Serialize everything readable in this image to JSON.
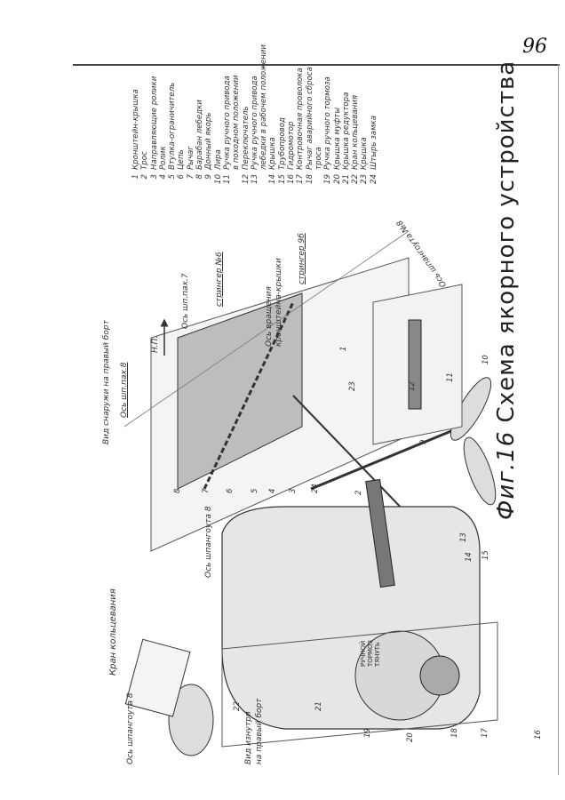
{
  "page_number": "96",
  "figure": {
    "prefix": "Фиг.16",
    "title": "Схема якорного устройства"
  },
  "views": {
    "outside": "Вид снаружи на правый борт",
    "inside_line1": "Вид изнутри",
    "inside_line2": "на правый борт",
    "ring_valve": "Кран кольцевания"
  },
  "axis_labels": {
    "frame8_top": "Ось шп.пах.8",
    "frame7": "Ось шп.пах.7",
    "stringer6": "стрингер №6",
    "np": "Н.П.",
    "rotation_line1": "Ось вращения",
    "rotation_line2": "кронштейна-крышки",
    "stringer9b": "стрингер 9б",
    "frame8_right": "Ось шпангоута №8",
    "frame8_valve": "Ось шпангоута 8",
    "frame8_winch": "Ось шпангоута 8"
  },
  "plate_text": {
    "line1": "РУЧНОЙ",
    "line2": "ТОРМОЗ",
    "line3": "ТЯНУТЬ"
  },
  "legend": [
    {
      "n": "1",
      "text": "Кронштейн-крышка"
    },
    {
      "n": "2",
      "text": "Трос"
    },
    {
      "n": "3",
      "text": "Направляющие ролики"
    },
    {
      "n": "4",
      "text": "Ролик"
    },
    {
      "n": "5",
      "text": "Втулка-ограничитель"
    },
    {
      "n": "6",
      "text": "Цепь"
    },
    {
      "n": "7",
      "text": "Рычаг"
    },
    {
      "n": "8",
      "text": "Барабан лебедки"
    },
    {
      "n": "9",
      "text": "Донный якорь"
    },
    {
      "n": "10",
      "text": "Лира"
    },
    {
      "n": "11",
      "text": "Ручка ручного привода"
    },
    {
      "n": "",
      "text": "в походном положении"
    },
    {
      "n": "12",
      "text": "Переключатель"
    },
    {
      "n": "13",
      "text": "Ручка ручного привода"
    },
    {
      "n": "",
      "text": "лебедки в рабочем положении"
    },
    {
      "n": "14",
      "text": "Крышка"
    },
    {
      "n": "15",
      "text": "Трубопровод"
    },
    {
      "n": "16",
      "text": "Гидромотор"
    },
    {
      "n": "17",
      "text": "Контровочная проволока"
    },
    {
      "n": "18",
      "text": "Рычаг аварийного сброса"
    },
    {
      "n": "",
      "text": "троса"
    },
    {
      "n": "19",
      "text": "Ручка ручного тормоза"
    },
    {
      "n": "20",
      "text": "Крышка муфты"
    },
    {
      "n": "21",
      "text": "Крышка редуктора"
    },
    {
      "n": "22",
      "text": "Кран кольцевания"
    },
    {
      "n": "23",
      "text": "Крышка"
    },
    {
      "n": "24",
      "text": "Штырь замка"
    }
  ],
  "callouts": [
    "1",
    "2",
    "3",
    "4",
    "5",
    "6",
    "7",
    "8",
    "9",
    "10",
    "11",
    "12",
    "13",
    "14",
    "15",
    "16",
    "17",
    "18",
    "19",
    "20",
    "21",
    "22",
    "23",
    "24"
  ]
}
